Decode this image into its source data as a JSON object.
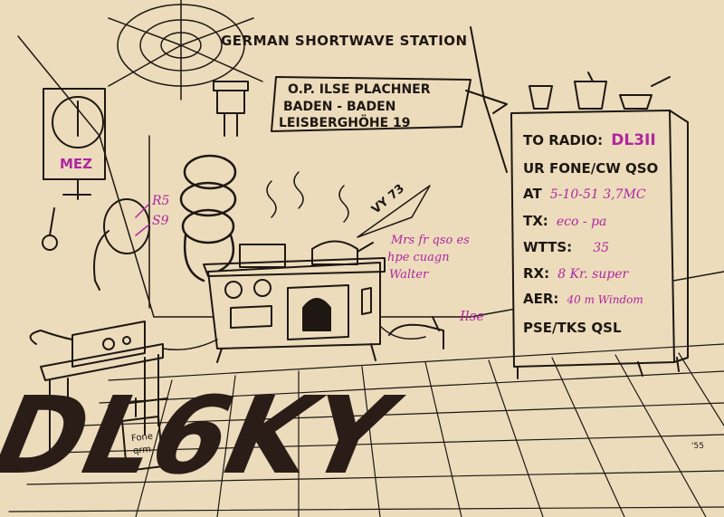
{
  "title": "GERMAN SHORTWAVE STATION",
  "operator": {
    "line1": "O.P. ILSE PLACHNER",
    "line2": "BADEN - BADEN",
    "line3": "LEISBERGHÖHE 19"
  },
  "clock_label": "MEZ",
  "report_tag": {
    "line1": "R5",
    "line2": "S9"
  },
  "greeting": "VY 73",
  "handwritten_note": {
    "line1": "Mrs fr qso es",
    "line2": "hpe cuagn",
    "line3": "Walter"
  },
  "signature": "Ilse",
  "bucket_label": {
    "line1": "Fone",
    "line2": "qrm"
  },
  "callsign": "DL6KY",
  "artist_mark": "'55",
  "qsl": {
    "to_radio_label": "TO RADIO:",
    "to_radio_value": "DL3II",
    "ur_fone_label": "UR FONE/CW QSO",
    "at_label": "AT",
    "at_value": "5-10-51 3,7MC",
    "tx_label": "TX:",
    "tx_value": "eco - pa",
    "watts_label": "WTTS:",
    "watts_value": "35",
    "rx_label": "RX:",
    "rx_value": "8 Kr. super",
    "aer_label": "AER:",
    "aer_value": "40 m Windom",
    "pse_label": "PSE/TKS QSL"
  },
  "colors": {
    "paper": "#ecdcbc",
    "ink": "#1e1712",
    "purple_ink": "#b0269f"
  }
}
